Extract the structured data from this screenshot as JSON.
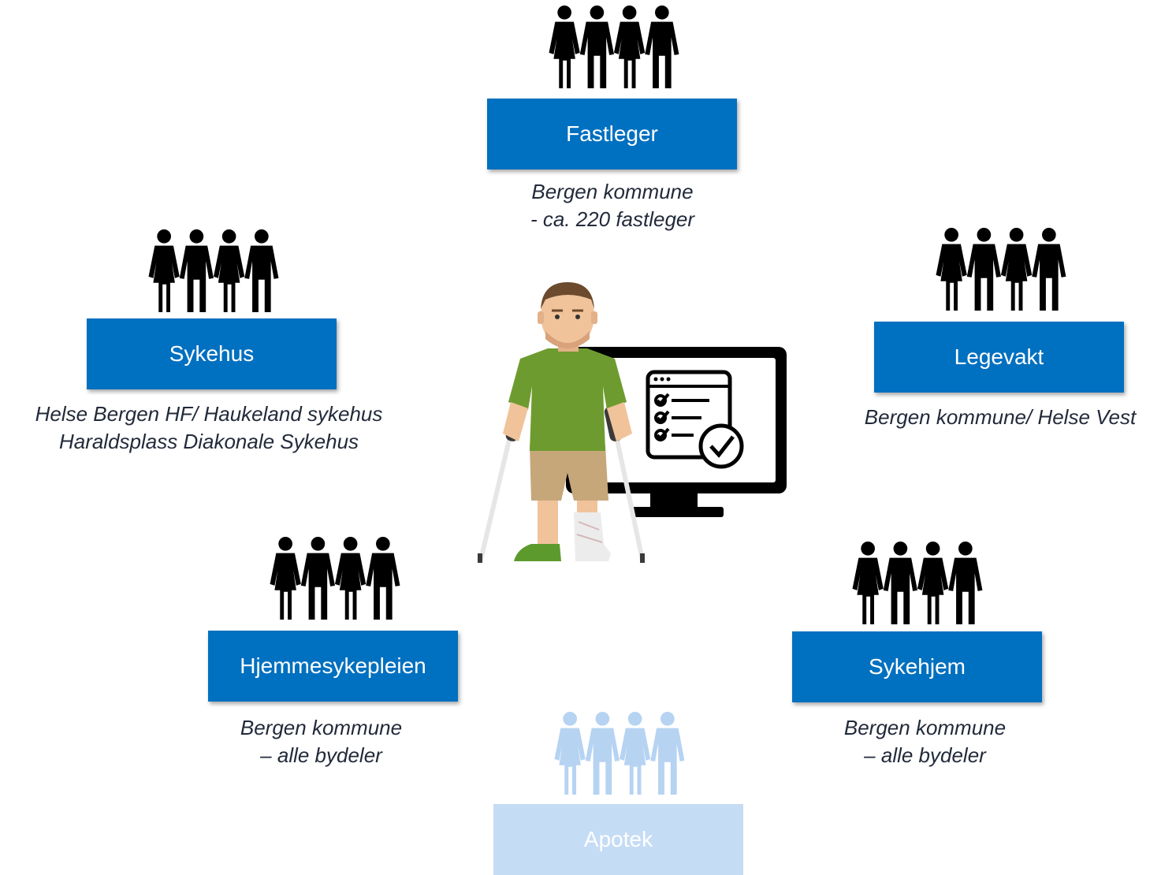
{
  "colors": {
    "box": "#0070c0",
    "box_faded": "#c5dcf5",
    "people": "#000000",
    "people_faded": "#b6d3f2",
    "caption": "#222a3a"
  },
  "icons": {
    "people_group": "people-group-icon",
    "patient": "patient-with-crutches-icon",
    "monitor": "monitor-checklist-icon"
  },
  "nodes": {
    "fastleger": {
      "label": "Fastleger",
      "caption": [
        "Bergen kommune",
        "- ca. 220 fastleger"
      ]
    },
    "sykehus": {
      "label": "Sykehus",
      "caption": [
        "Helse Bergen HF/ Haukeland sykehus",
        "Haraldsplass Diakonale Sykehus"
      ]
    },
    "legevakt": {
      "label": "Legevakt",
      "caption": [
        "Bergen kommune/ Helse Vest"
      ]
    },
    "hjemmesykepleien": {
      "label": "Hjemmesykepleien",
      "caption": [
        "Bergen kommune",
        "– alle bydeler"
      ]
    },
    "sykehjem": {
      "label": "Sykehjem",
      "caption": [
        "Bergen kommune",
        "– alle bydeler"
      ]
    },
    "apotek": {
      "label": "Apotek",
      "caption": []
    }
  }
}
